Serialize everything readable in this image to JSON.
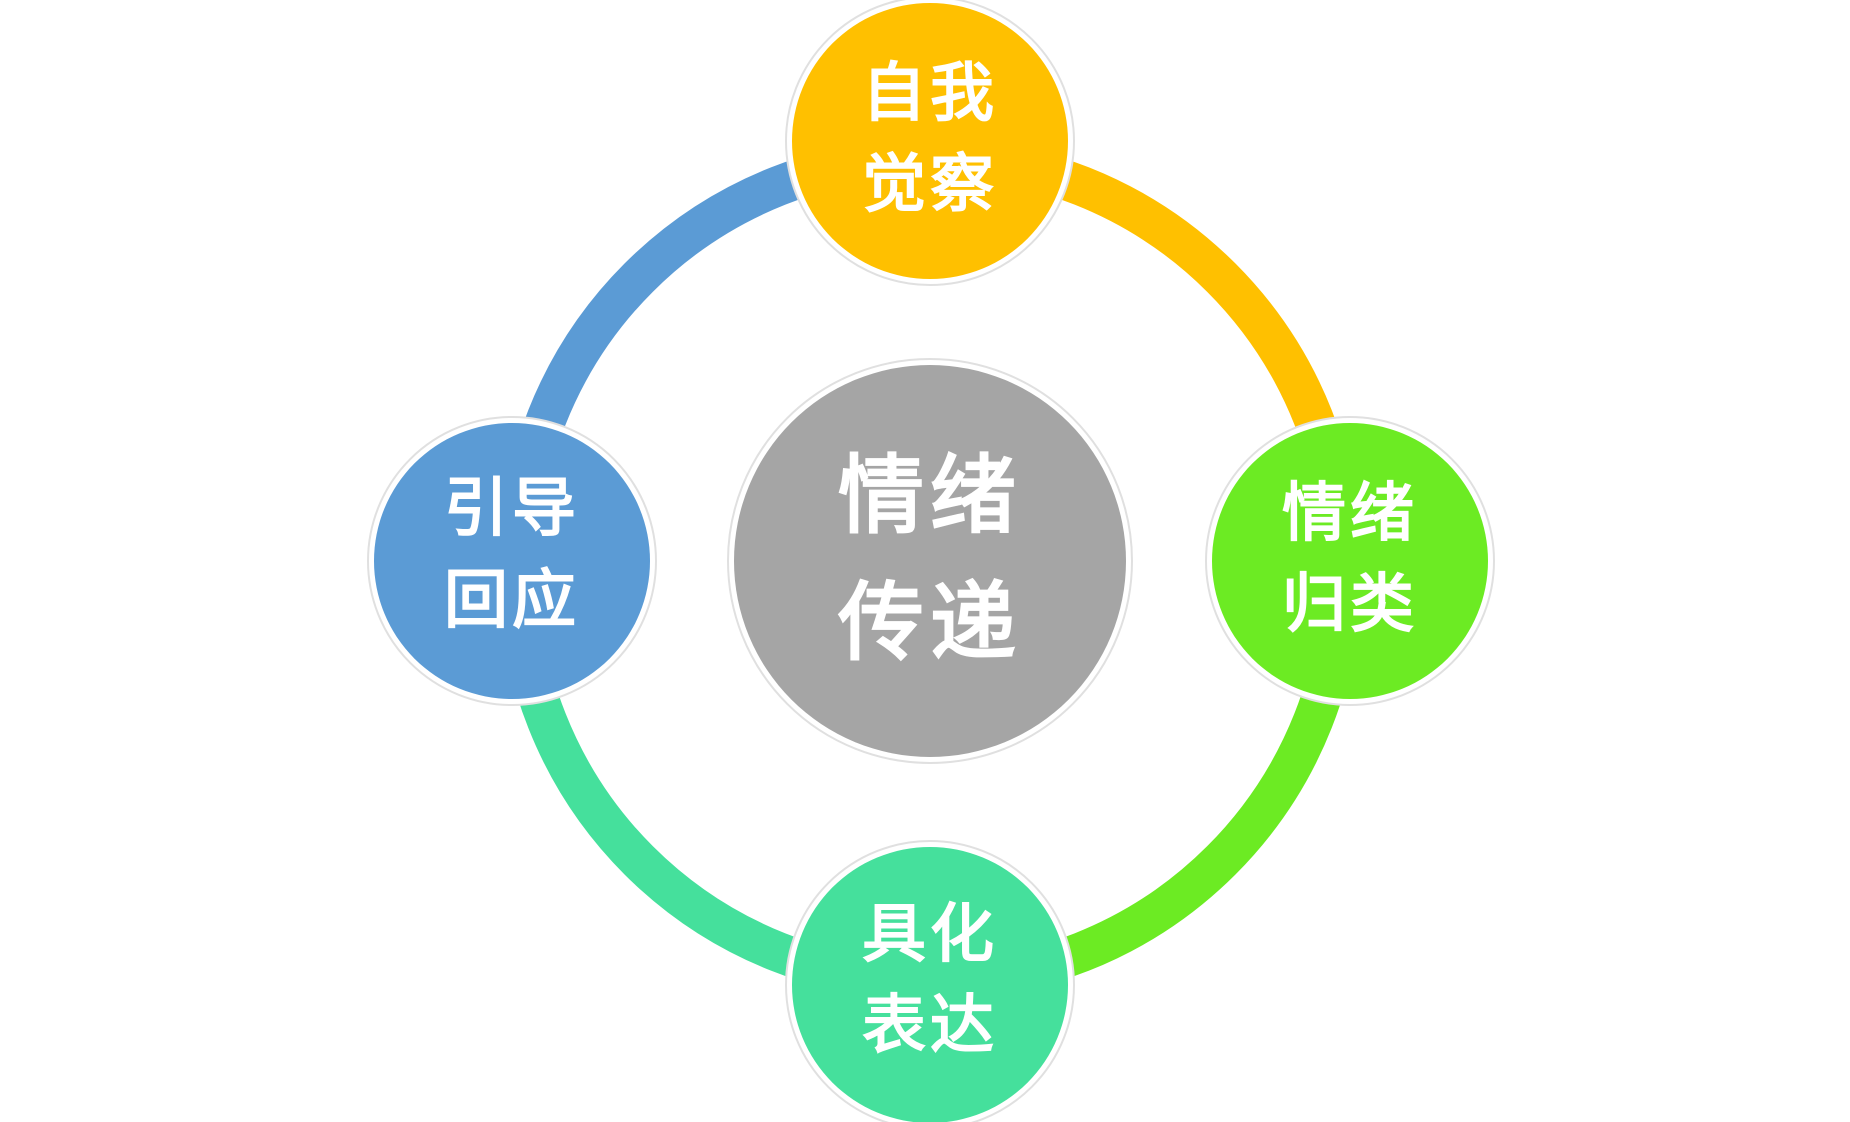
{
  "center": {
    "label_line1": "情绪",
    "label_line2": "传递",
    "color": "#A5A5A5"
  },
  "nodes": {
    "top": {
      "label_line1": "自我",
      "label_line2": "觉察",
      "color": "#FFC000"
    },
    "right": {
      "label_line1": "情绪",
      "label_line2": "归类",
      "color": "#6CEB23"
    },
    "bottom": {
      "label_line1": "具化",
      "label_line2": "表达",
      "color": "#45E09C"
    },
    "left": {
      "label_line1": "引导",
      "label_line2": "回应",
      "color": "#5B9BD5"
    }
  },
  "ring_colors": {
    "top_right": "#FFC000",
    "right_bottom": "#6CEB23",
    "bottom_left": "#45E09C",
    "left_top": "#5B9BD5"
  }
}
